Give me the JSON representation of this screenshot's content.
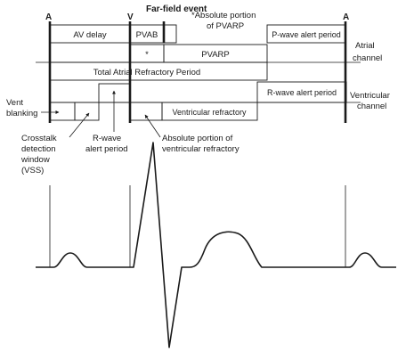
{
  "markers": {
    "atrial_left": "A",
    "ventricular": "V",
    "atrial_right": "A",
    "far_field": "Far-field event"
  },
  "note": {
    "line1": "*Absolute portion",
    "line2": "of PVARP"
  },
  "atrial": {
    "av_delay": "AV delay",
    "pvab": "PVAB",
    "asterisk": "*",
    "pvarp": "PVARP",
    "p_wave_alert": "P-wave alert period",
    "total_arp": "Total Atrial Refractory Period",
    "channel_label_1": "Atrial",
    "channel_label_2": "channel"
  },
  "ventricular": {
    "r_wave_alert": "R-wave alert period",
    "ventricular_refractory": "Ventricular refractory",
    "channel_label_1": "Ventricular",
    "channel_label_2": "channel"
  },
  "callouts": {
    "vent_blanking_1": "Vent",
    "vent_blanking_2": "blanking",
    "crosstalk_1": "Crosstalk",
    "crosstalk_2": "detection",
    "crosstalk_3": "window",
    "crosstalk_4": "(VSS)",
    "r_wave_1": "R-wave",
    "r_wave_2": "alert period",
    "abs_vent_1": "Absolute portion of",
    "abs_vent_2": "ventricular refractory"
  }
}
